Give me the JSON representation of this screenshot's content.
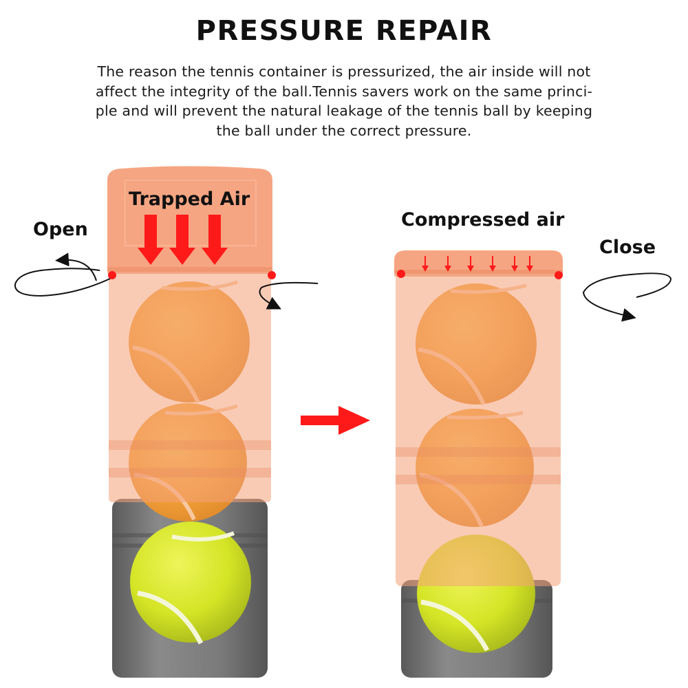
{
  "title": "PRESSURE REPAIR",
  "description": {
    "lines": [
      "The reason the tennis container is pressurized, the air inside will not",
      "affect the integrity of the ball.Tennis savers work on the same princi-",
      "ple and will prevent the natural leakage of the tennis ball by keeping",
      "the ball under the correct pressure."
    ]
  },
  "labels": {
    "trapped_air": "Trapped Air",
    "open": "Open",
    "compressed_air": "Compressed air",
    "close": "Close"
  },
  "colors": {
    "cap_orange": "#f4a078",
    "ball_orange": "#f3a33c",
    "ball_yellow": "#d8e82a",
    "base_gray": "#737373",
    "arrow_red": "#ff1a1a"
  }
}
